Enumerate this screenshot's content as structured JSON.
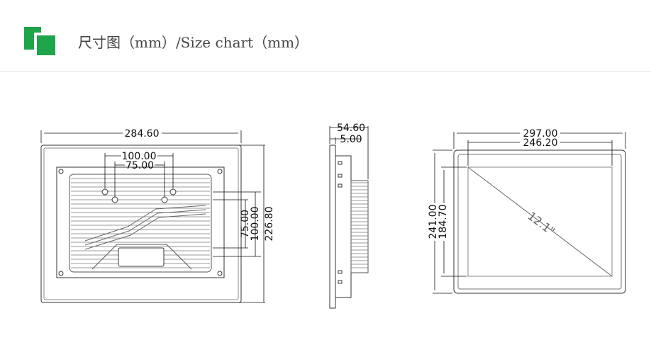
{
  "header": {
    "title_cn": "尺寸图（mm）",
    "title_en": "/Size chart（mm）",
    "accent_color": "#1ea44a"
  },
  "front_view": {
    "width": "284.60",
    "hole_span_outer": "100.00",
    "hole_span_inner": "75.00",
    "height_75": "75.00",
    "height_100": "100.00",
    "height_total": "226.80"
  },
  "side_view": {
    "depth": "54.60",
    "bezel": "5.00"
  },
  "back_view": {
    "width": "297.00",
    "screen_width": "246.20",
    "height": "241.00",
    "screen_height": "184.70",
    "diagonal": "12.1\""
  }
}
